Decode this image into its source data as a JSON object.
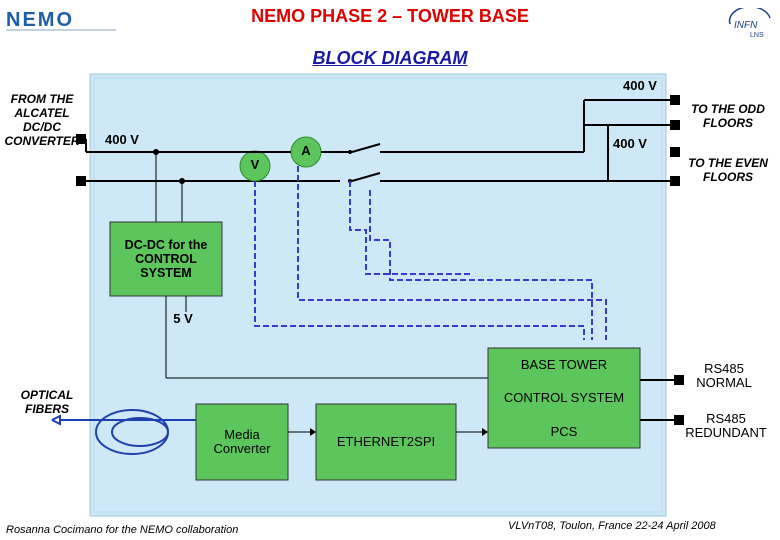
{
  "header": {
    "title": "NEMO PHASE 2 – TOWER BASE",
    "subtitle": "BLOCK DIAGRAM",
    "logo_left_text": "NEMO",
    "logo_right_text": "INFN LNS"
  },
  "diagram": {
    "from_converter": "FROM THE ALCATEL DC/DC CONVERTER",
    "v_400_top": "400 V",
    "v_400_left": "400 V",
    "v_400_right": "400 V",
    "odd_floors": "TO THE ODD FLOORS",
    "even_floors": "TO THE EVEN FLOORS",
    "voltmeter": "V",
    "ammeter": "A",
    "dcdc_block": "DC-DC for the CONTROL SYSTEM",
    "v_5": "5 V",
    "base_tower": "BASE TOWER",
    "control_system": "CONTROL SYSTEM",
    "optical_fibers": "OPTICAL FIBERS",
    "media_converter": "Media Converter",
    "ethernet2spi": "ETHERNET2SPI",
    "pcs": "PCS",
    "rs485_normal": "RS485 NORMAL",
    "rs485_redundant": "RS485 REDUNDANT"
  },
  "footer": {
    "left": "Rosanna Cocimano for the NEMO collaboration",
    "right": "VLVnT08, Toulon, France 22-24 April 2008"
  },
  "colors": {
    "title": "#e00000",
    "subtitle": "#1a1aa0",
    "panel": "#cfe8f7",
    "block": "#5cc65c",
    "dashed": "#3a3ad0"
  }
}
